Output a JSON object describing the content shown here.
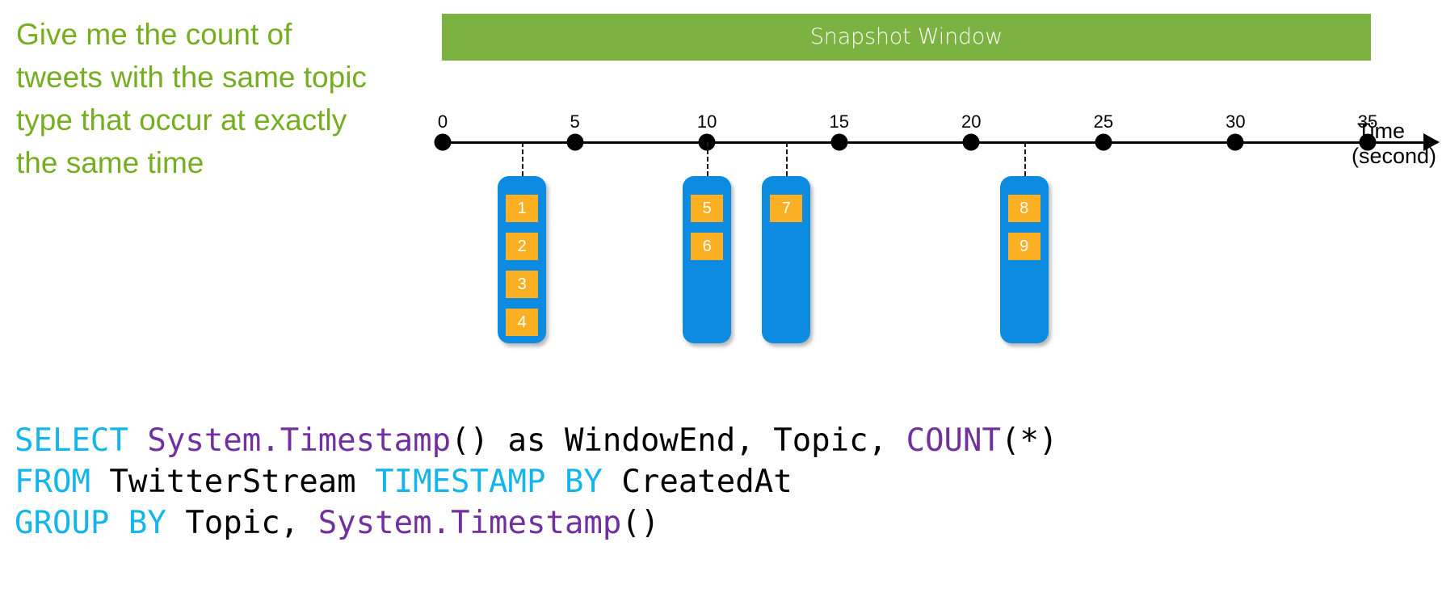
{
  "question": {
    "text": "Give me the count of tweets with the same topic type that occur at exactly the same time",
    "color": "#76AD21"
  },
  "snapshot_window": {
    "label": "Snapshot Window",
    "bar_color": "#7BB242",
    "text_color": "#FFFFFF"
  },
  "timeline": {
    "axis_title": "Time",
    "axis_unit": "(second)",
    "tick_labels": [
      "0",
      "5",
      "10",
      "15",
      "20",
      "25",
      "30",
      "35"
    ],
    "tick_values": [
      0,
      5,
      10,
      15,
      20,
      25,
      30,
      35
    ],
    "axis_color": "#000000"
  },
  "event_groups": [
    {
      "name": "group-at-3",
      "time": 3,
      "events": [
        "1",
        "2",
        "3",
        "4"
      ]
    },
    {
      "name": "group-at-10",
      "time": 10,
      "events": [
        "5",
        "6"
      ]
    },
    {
      "name": "group-at-13",
      "time": 13,
      "events": [
        "7"
      ]
    },
    {
      "name": "group-at-22",
      "time": 22,
      "events": [
        "8",
        "9"
      ]
    }
  ],
  "colors": {
    "group_fill": "#0D8BE0",
    "event_fill": "#FBAF23",
    "event_text": "#FFFFFF"
  },
  "sql": {
    "lines": [
      [
        {
          "t": "SELECT ",
          "c": "blue"
        },
        {
          "t": "System.Timestamp",
          "c": "purple"
        },
        {
          "t": "() as WindowEnd, Topic, ",
          "c": "plain"
        },
        {
          "t": "COUNT",
          "c": "purple"
        },
        {
          "t": "(*)",
          "c": "plain"
        }
      ],
      [
        {
          "t": "FROM ",
          "c": "blue"
        },
        {
          "t": "TwitterStream ",
          "c": "plain"
        },
        {
          "t": "TIMESTAMP BY ",
          "c": "blue"
        },
        {
          "t": "CreatedAt",
          "c": "plain"
        }
      ],
      [
        {
          "t": "GROUP BY ",
          "c": "blue"
        },
        {
          "t": "Topic, ",
          "c": "plain"
        },
        {
          "t": "System.Timestamp",
          "c": "purple"
        },
        {
          "t": "()",
          "c": "plain"
        }
      ]
    ],
    "keyword_color": "#13B5EA",
    "function_color": "#7030A0",
    "identifier_color": "#000000"
  }
}
